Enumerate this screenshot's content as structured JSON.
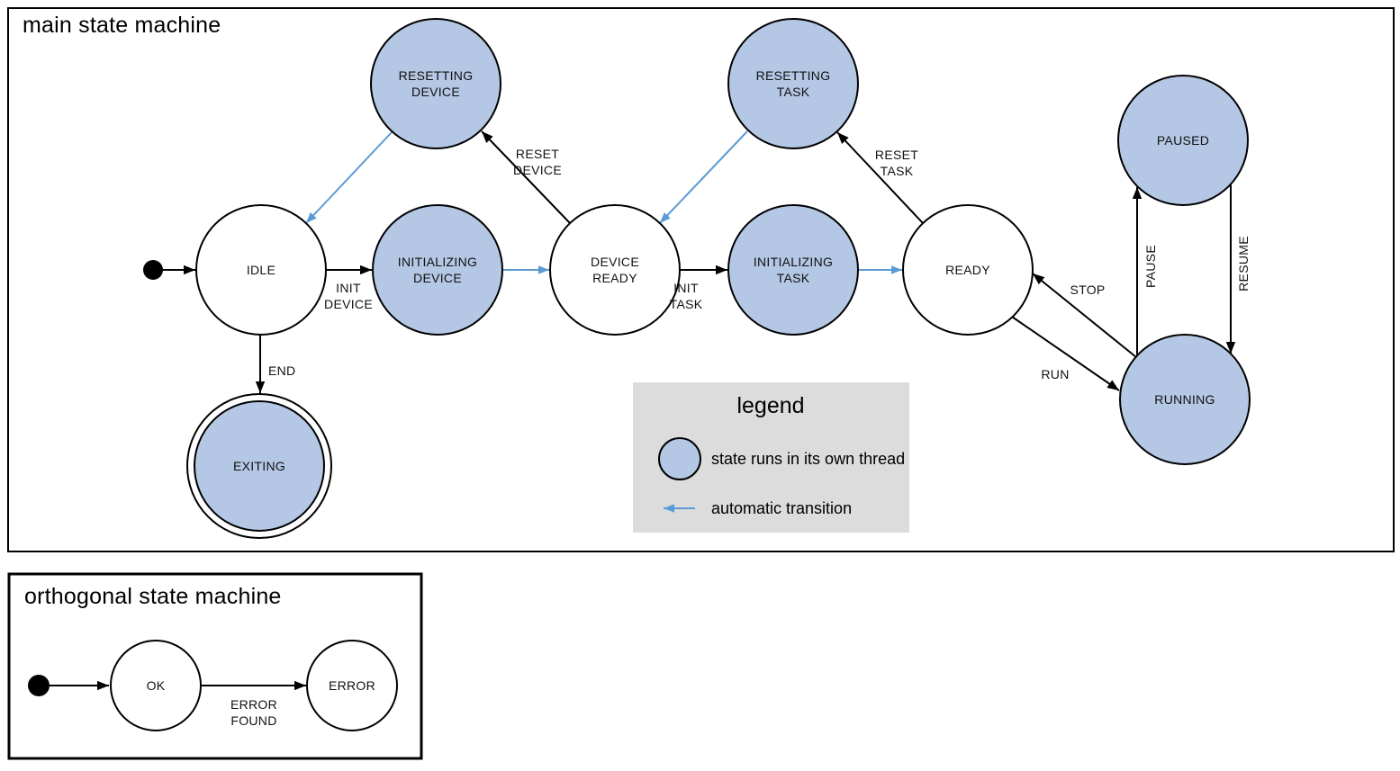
{
  "main": {
    "title": "main state machine",
    "states": {
      "idle": {
        "label": "IDLE"
      },
      "resetting_device": {
        "line1": "RESETTING",
        "line2": "DEVICE"
      },
      "initializing_device": {
        "line1": "INITIALIZING",
        "line2": "DEVICE"
      },
      "device_ready": {
        "line1": "DEVICE",
        "line2": "READY"
      },
      "resetting_task": {
        "line1": "RESETTING",
        "line2": "TASK"
      },
      "initializing_task": {
        "line1": "INITIALIZING",
        "line2": "TASK"
      },
      "ready": {
        "label": "READY"
      },
      "paused": {
        "label": "PAUSED"
      },
      "running": {
        "label": "RUNNING"
      },
      "exiting": {
        "label": "EXITING"
      }
    },
    "transitions": {
      "init_device": {
        "line1": "INIT",
        "line2": "DEVICE"
      },
      "reset_device": {
        "line1": "RESET",
        "line2": "DEVICE"
      },
      "init_task": {
        "line1": "INIT",
        "line2": "TASK"
      },
      "reset_task": {
        "line1": "RESET",
        "line2": "TASK"
      },
      "stop": {
        "label": "STOP"
      },
      "run": {
        "label": "RUN"
      },
      "pause": {
        "label": "PAUSE"
      },
      "resume": {
        "label": "RESUME"
      },
      "end": {
        "label": "END"
      }
    }
  },
  "legend": {
    "title": "legend",
    "items": {
      "thread": "state runs in its own thread",
      "auto": "automatic transition"
    }
  },
  "orthogonal": {
    "title": "orthogonal state machine",
    "states": {
      "ok": {
        "label": "OK"
      },
      "error": {
        "label": "ERROR"
      }
    },
    "transitions": {
      "error_found": {
        "line1": "ERROR",
        "line2": "FOUND"
      }
    }
  },
  "colors": {
    "thread_state_fill": "#b4c7e4",
    "plain_state_fill": "#ffffff",
    "auto_transition": "#5b9bd5",
    "legend_bg": "#dcdcdc",
    "stroke": "#000000"
  }
}
